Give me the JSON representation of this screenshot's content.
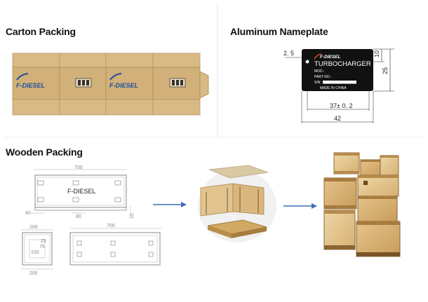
{
  "sections": {
    "carton_title": "Carton Packing",
    "nameplate_title": "Aluminum Nameplate",
    "wooden_title": "Wooden Packing"
  },
  "carton": {
    "brand_label": "F-DIESEL",
    "box_color": "#d2b07a",
    "brand_color": "#1f4f9c"
  },
  "nameplate": {
    "brand": "F-DIESEL",
    "product": "TURBOCHARGER",
    "mod_label": "MOD.:",
    "part_label": "PART NO.:",
    "sn_label": "S/N:",
    "origin": "MADE IN CHINA",
    "hole_dim": "2. 5",
    "height_top_dim": "10",
    "height_dim": "25",
    "inner_width_dim": "37± 0. 2",
    "width_dim": "42",
    "plate_color": "#111111"
  },
  "wooden": {
    "crate_label": "F-DIESEL",
    "length_top": "700",
    "foot_dim_left": "40",
    "foot_dim_mid": "80",
    "side_height": "25",
    "end_width_top": "200",
    "end_width_bottom": "200",
    "end_inner_a": "75",
    "end_inner_b": "100",
    "end_inner_c": "25",
    "length_bottom": "700",
    "wood_color": "#e2c48e",
    "arrow_color": "#3f6fb5"
  }
}
